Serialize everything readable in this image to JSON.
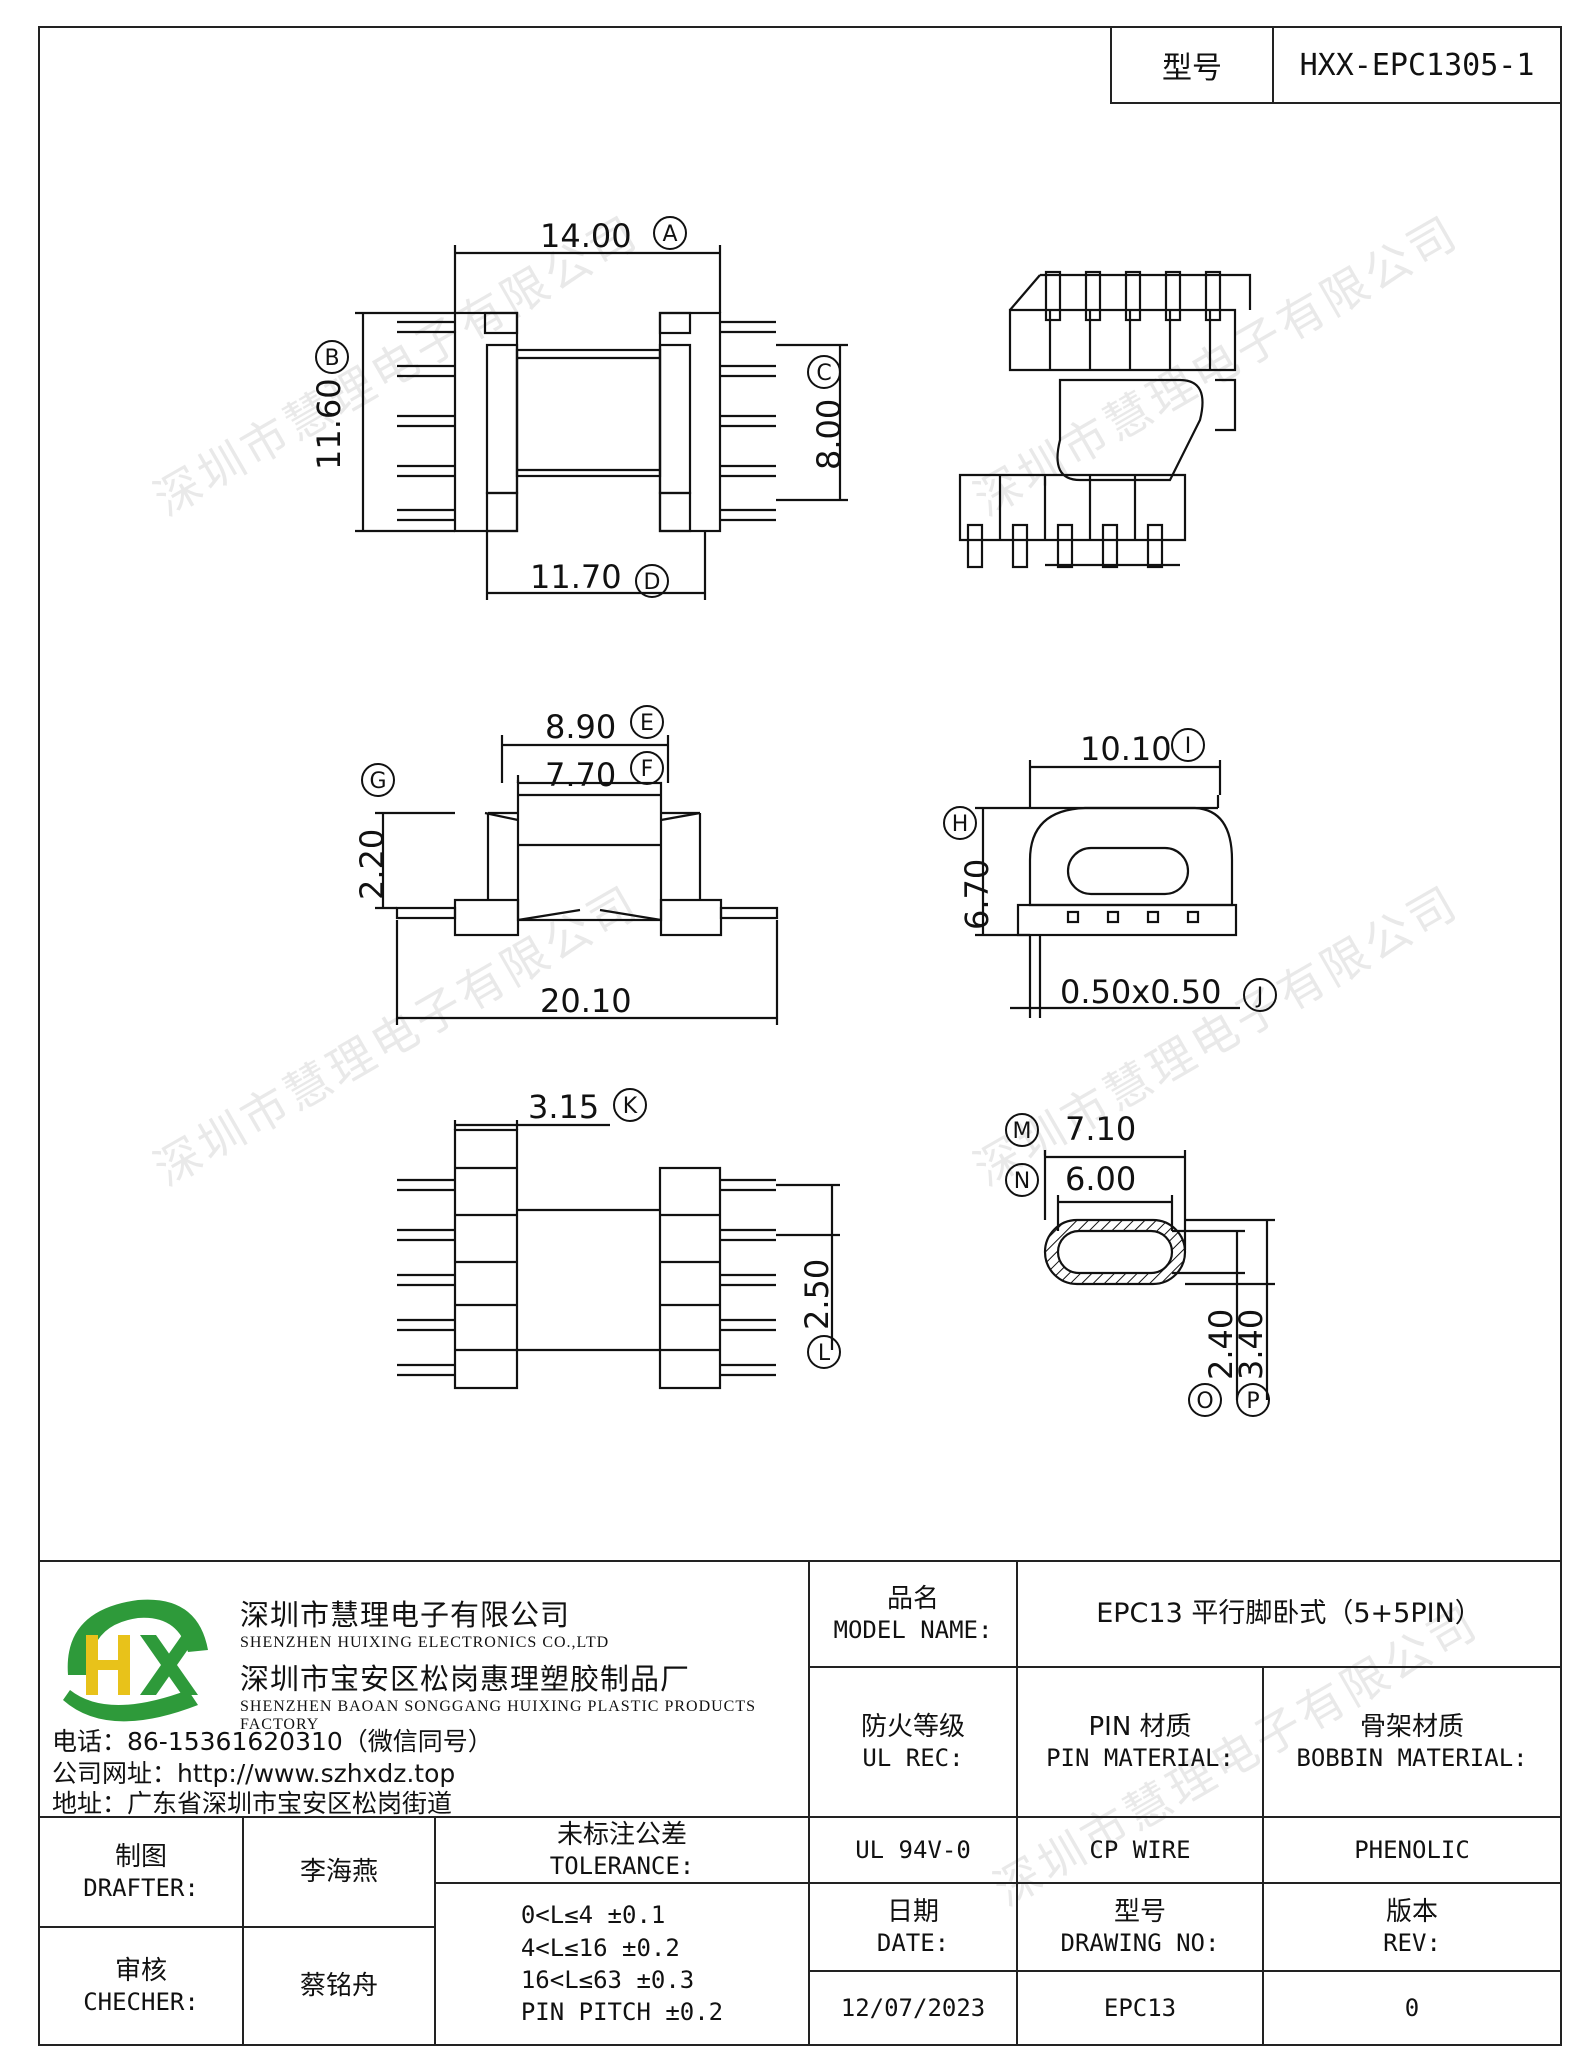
{
  "header": {
    "model_label": "型号",
    "model_value": "HXX-EPC1305-1"
  },
  "dims": {
    "A": "14.00",
    "B": "11.60",
    "C": "8.00",
    "D": "11.70",
    "E": "8.90",
    "F": "7.70",
    "G": "2.20",
    "W": "20.10",
    "I": "10.10",
    "H": "6.70",
    "J": "0.50x0.50",
    "K": "3.15",
    "L": "2.50",
    "M": "7.10",
    "N": "6.00",
    "O": "2.40",
    "P": "3.40"
  },
  "letters": {
    "A": "A",
    "B": "B",
    "C": "C",
    "D": "D",
    "E": "E",
    "F": "F",
    "G": "G",
    "H": "H",
    "I": "I",
    "J": "J",
    "K": "K",
    "L": "L",
    "M": "M",
    "N": "N",
    "O": "O",
    "P": "P"
  },
  "watermark": "深圳市慧理电子有限公司",
  "logo": {
    "text": "HX",
    "colors": {
      "green": "#2e9a3a",
      "yellow": "#e8c21a"
    }
  },
  "company": {
    "name_zh_1": "深圳市慧理电子有限公司",
    "name_en_1": "SHENZHEN HUIXING ELECTRONICS CO.,LTD",
    "name_zh_2": "深圳市宝安区松岗惠理塑胶制品厂",
    "name_en_2": "SHENZHEN BAOAN SONGGANG HUIXING PLASTIC PRODUCTS FACTORY",
    "phone": "电话：86-15361620310（微信同号）",
    "website": "公司网址：http://www.szhxdz.top",
    "address": "地址：广东省深圳市宝安区松岗街道"
  },
  "title_block": {
    "model_name_zh": "品名",
    "model_name_en": "MODEL NAME:",
    "model_name_value": "EPC13 平行脚卧式（5+5PIN）",
    "ul_rec_zh": "防火等级",
    "ul_rec_en": "UL REC:",
    "pin_material_zh": "PIN 材质",
    "pin_material_en": "PIN MATERIAL:",
    "bobbin_material_zh": "骨架材质",
    "bobbin_material_en": "BOBBIN MATERIAL:",
    "ul_value": "UL 94V-0",
    "pin_value": "CP WIRE",
    "bobbin_value": "PHENOLIC",
    "drafter_zh": "制图",
    "drafter_en": "DRAFTER:",
    "drafter_name": "李海燕",
    "checker_zh": "审核",
    "checker_en": "CHECHER:",
    "checker_name": "蔡铭舟",
    "tolerance_zh": "未标注公差",
    "tolerance_en": "TOLERANCE:",
    "tolerance_lines": [
      "0<L≤4   ±0.1",
      "4<L≤16  ±0.2",
      "16<L≤63 ±0.3",
      "PIN PITCH ±0.2"
    ],
    "date_zh": "日期",
    "date_en": "DATE:",
    "drawing_no_zh": "型号",
    "drawing_no_en": "DRAWING NO:",
    "rev_zh": "版本",
    "rev_en": "REV:",
    "date_value": "12/07/2023",
    "drawing_no_value": "EPC13",
    "rev_value": "0"
  }
}
